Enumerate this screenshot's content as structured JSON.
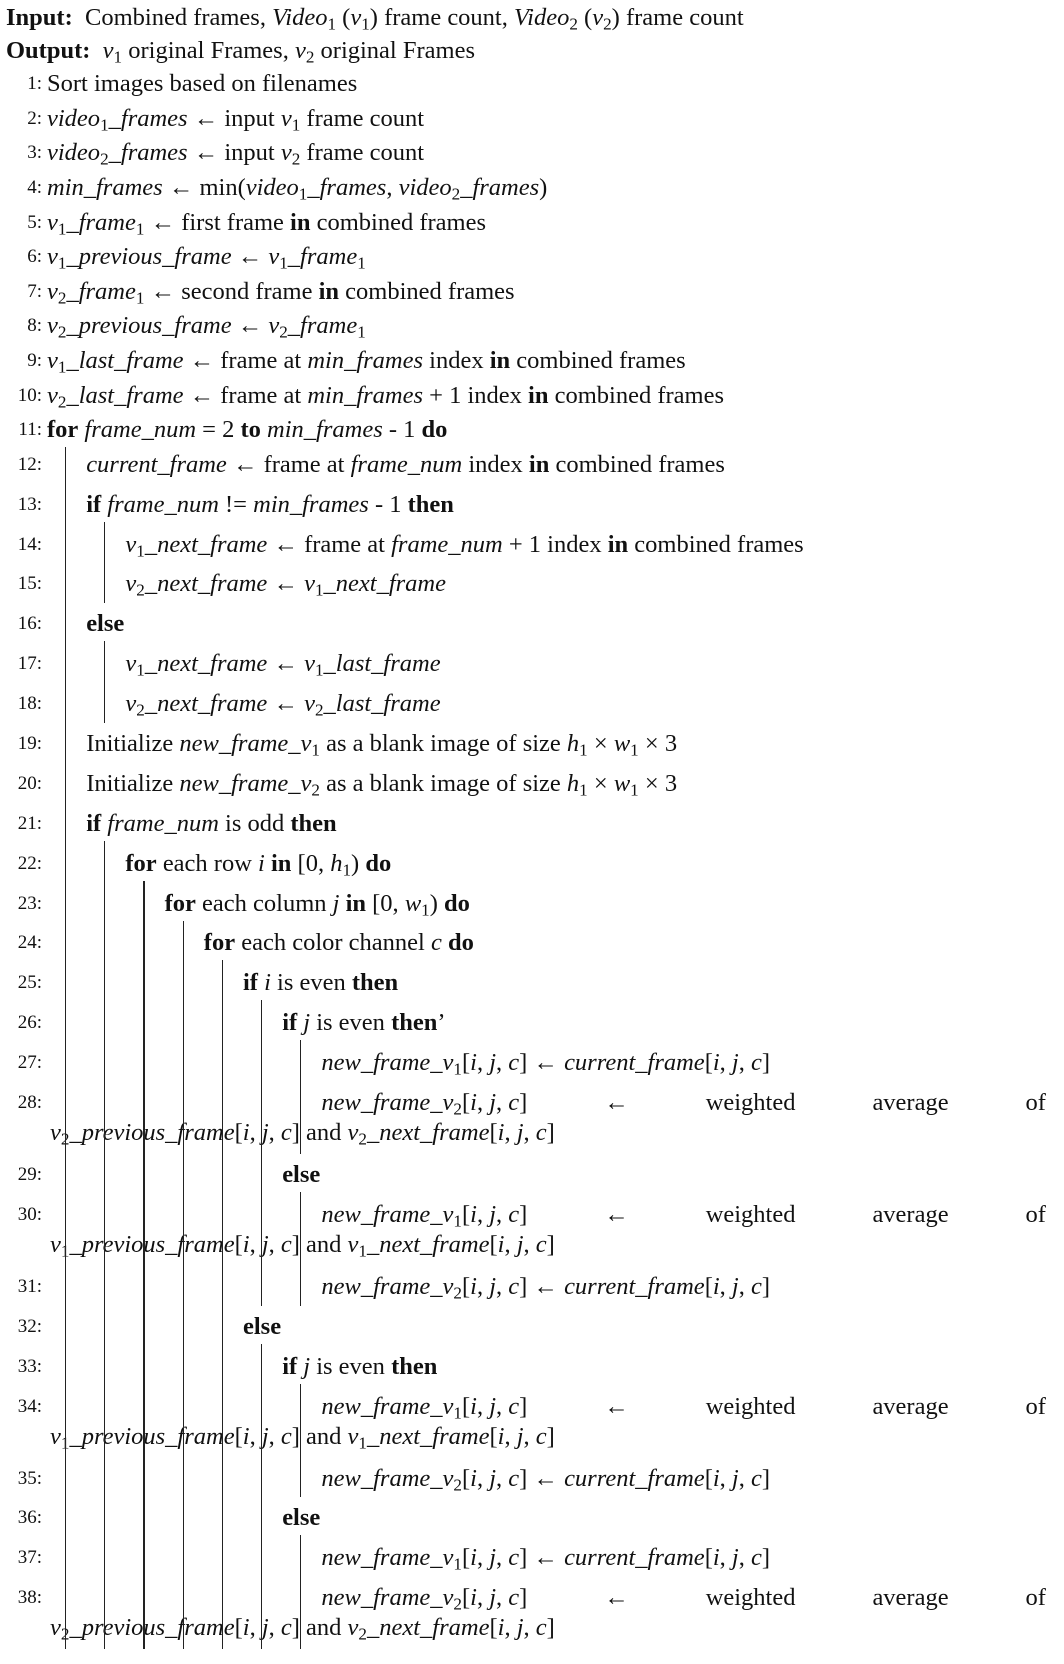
{
  "algorithm": {
    "input_label": "Input:",
    "input_text": "Combined frames, Video₁ (v₁) frame count, Video₂ (v₂) frame count",
    "output_label": "Output:",
    "output_text": "v₁ original Frames, v₂ original Frames",
    "lines": [
      {
        "n": "1:",
        "indent": 0,
        "text": "Sort images based on filenames"
      },
      {
        "n": "2:",
        "indent": 0,
        "text": "video₁_frames ← input v₁ frame count"
      },
      {
        "n": "3:",
        "indent": 0,
        "text": "video₂_frames ← input v₂ frame count"
      },
      {
        "n": "4:",
        "indent": 0,
        "text": "min_frames ← min(video₁_frames, video₂_frames)"
      },
      {
        "n": "5:",
        "indent": 0,
        "text": "v₁_frame₁ ← first frame in combined frames"
      },
      {
        "n": "6:",
        "indent": 0,
        "text": "v₁_previous_frame ← v₁_frame₁"
      },
      {
        "n": "7:",
        "indent": 0,
        "text": "v₂_frame₁ ← second frame in combined frames"
      },
      {
        "n": "8:",
        "indent": 0,
        "text": "v₂_previous_frame ← v₂_frame₁"
      },
      {
        "n": "9:",
        "indent": 0,
        "text": "v₁_last_frame ← frame at min_frames index in combined frames"
      },
      {
        "n": "10:",
        "indent": 0,
        "text": "v₂_last_frame ← frame at min_frames + 1 index in combined frames"
      },
      {
        "n": "11:",
        "indent": 0,
        "text": "for frame_num = 2 to min_frames - 1 do"
      },
      {
        "n": "12:",
        "indent": 1,
        "text": "current_frame ← frame at frame_num index in combined frames"
      },
      {
        "n": "13:",
        "indent": 1,
        "text": "if frame_num != min_frames - 1 then"
      },
      {
        "n": "14:",
        "indent": 2,
        "text": "v₁_next_frame ← frame at frame_num + 1 index in combined frames"
      },
      {
        "n": "15:",
        "indent": 2,
        "text": "v₂_next_frame ← v₁_next_frame"
      },
      {
        "n": "16:",
        "indent": 1,
        "text": "else"
      },
      {
        "n": "17:",
        "indent": 2,
        "text": "v₁_next_frame ← v₁_last_frame"
      },
      {
        "n": "18:",
        "indent": 2,
        "text": "v₂_next_frame ← v₂_last_frame"
      },
      {
        "n": "19:",
        "indent": 1,
        "text": "Initialize new_frame_v₁ as a blank image of size h₁ × w₁ × 3"
      },
      {
        "n": "20:",
        "indent": 1,
        "text": "Initialize new_frame_v₂ as a blank image of size h₁ × w₁ × 3"
      },
      {
        "n": "21:",
        "indent": 1,
        "text": "if frame_num is odd then"
      },
      {
        "n": "22:",
        "indent": 2,
        "text": "for each row i in [0, h₁) do"
      },
      {
        "n": "23:",
        "indent": 3,
        "text": "for each column j in [0, w₁) do"
      },
      {
        "n": "24:",
        "indent": 4,
        "text": "for each color channel c do"
      },
      {
        "n": "25:",
        "indent": 5,
        "text": "if i is even then"
      },
      {
        "n": "26:",
        "indent": 6,
        "text": "if j is even then’"
      },
      {
        "n": "27:",
        "indent": 7,
        "text": "new_frame_v₁[i, j, c] ← current_frame[i, j, c]"
      },
      {
        "n": "28:",
        "indent": 7,
        "text": "new_frame_v₂[i, j, c] ← weighted average of v₂_previous_frame[i, j, c] and v₂_next_frame[i, j, c]"
      },
      {
        "n": "29:",
        "indent": 6,
        "text": "else"
      },
      {
        "n": "30:",
        "indent": 7,
        "text": "new_frame_v₁[i, j, c] ← weighted average of v₁_previous_frame[i, j, c] and v₁_next_frame[i, j, c]"
      },
      {
        "n": "31:",
        "indent": 7,
        "text": "new_frame_v₂[i, j, c] ← current_frame[i, j, c]"
      },
      {
        "n": "32:",
        "indent": 5,
        "text": "else"
      },
      {
        "n": "33:",
        "indent": 6,
        "text": "if j is even then"
      },
      {
        "n": "34:",
        "indent": 7,
        "text": "new_frame_v₁[i, j, c] ← weighted average of v₁_previous_frame[i, j, c] and v₁_next_frame[i, j, c]"
      },
      {
        "n": "35:",
        "indent": 7,
        "text": "new_frame_v₂[i, j, c] ← current_frame[i, j, c]"
      },
      {
        "n": "36:",
        "indent": 6,
        "text": "else"
      },
      {
        "n": "37:",
        "indent": 7,
        "text": "new_frame_v₁[i, j, c] ← current_frame[i, j, c]"
      },
      {
        "n": "38:",
        "indent": 7,
        "text": "new_frame_v₂[i, j, c] ← weighted average of v₂_previous_frame[i, j, c] and v₂_next_frame[i, j, c]"
      }
    ]
  }
}
